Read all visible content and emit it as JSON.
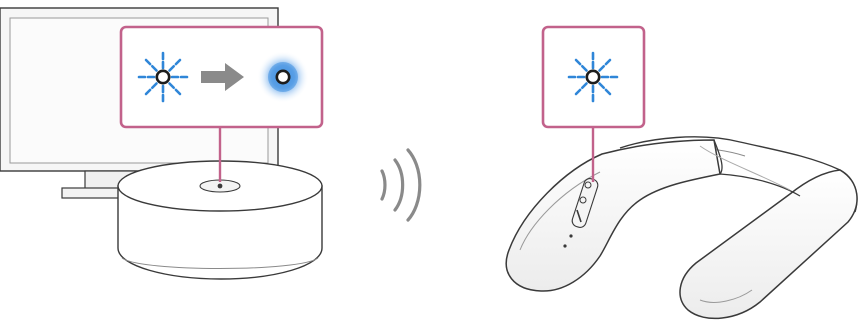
{
  "diagram": {
    "transmitter": {
      "indicator_before": {
        "icon": "blinking-blue-light-icon",
        "state": "flashing"
      },
      "transition_arrow": {
        "icon": "right-arrow-icon"
      },
      "indicator_after": {
        "icon": "steady-blue-light-icon",
        "state": "lit"
      }
    },
    "wireless_signal": {
      "icon": "wireless-waves-icon"
    },
    "neckband_speaker": {
      "indicator": {
        "icon": "blinking-blue-light-icon",
        "state": "flashing"
      }
    }
  },
  "colors": {
    "callout_border": "#c2628b",
    "indicator_blue": "#2f86d8",
    "indicator_glow": "#3f8fe0",
    "arrow_gray": "#8a8a8a",
    "outline": "#3a3a3a",
    "device_fill": "#ffffff",
    "tv_fill": "#f7f7f7"
  }
}
